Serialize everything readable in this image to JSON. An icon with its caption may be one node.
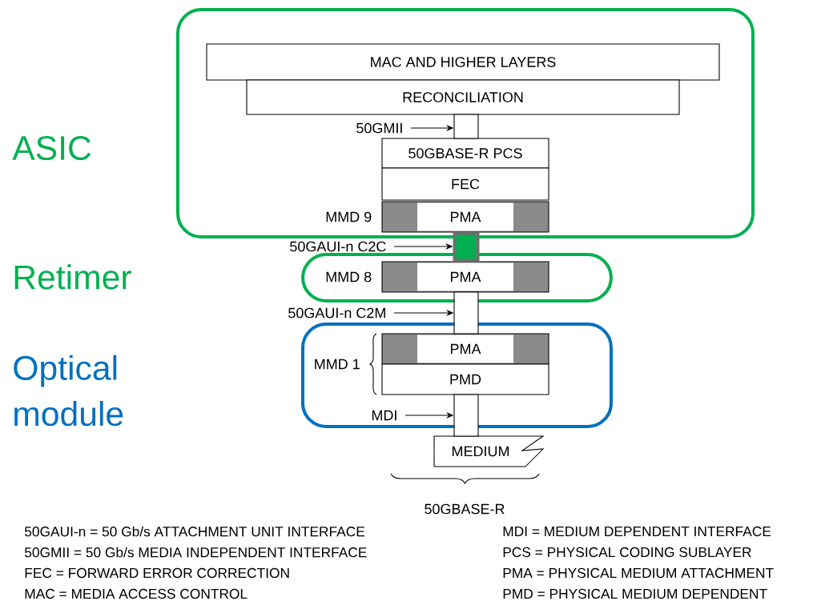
{
  "diagram": {
    "nodes": [
      {
        "text": [],
        "shape": "box"
      },
      {
        "text": [
          "MAC AND HIGHER LAYERS"
        ],
        "in": 0
      },
      {
        "text": [
          "RECONCILIATION"
        ],
        "in": 0
      },
      {
        "text": [
          "50GBASE-R PCS"
        ],
        "in": 0
      },
      {
        "text": [
          "FEC"
        ],
        "in": 0
      },
      {
        "text": [
          "PMA"
        ],
        "beside": [
          "MMD 9"
        ],
        "in": 0
      },
      {
        "text": [],
        "shape": "box"
      },
      {
        "text": [
          "PMA"
        ],
        "beside": [
          "MMD 8"
        ],
        "in": 6
      },
      {
        "text": [],
        "shape": "box"
      },
      {
        "text": [
          "PMA"
        ],
        "in": 8
      },
      {
        "text": [
          "PMD"
        ],
        "in": 8
      },
      {
        "text": [
          "MEDIUM"
        ]
      },
      {
        "text": [],
        "shape": "box"
      },
      {
        "text": [
          "50GMII"
        ],
        "in": 0
      },
      {
        "text": [
          "50GAUI-n C2C"
        ]
      },
      {
        "text": [
          "50GAUI-n C2M"
        ]
      },
      {
        "text": [
          "MDI"
        ],
        "in": 8
      },
      {
        "text": [],
        "shape": "bar",
        "in": 0
      },
      {
        "text": [],
        "shape": "bar"
      },
      {
        "text": [],
        "shape": "bar"
      }
    ],
    "edges": [
      {
        "from": 13,
        "to": 17,
        "arrow": "to"
      },
      {
        "from": 14,
        "to": 12,
        "arrow": "to"
      },
      {
        "from": 15,
        "to": 18,
        "arrow": "to"
      },
      {
        "from": 16,
        "to": 19,
        "arrow": "to"
      }
    ],
    "labels": [
      "ASIC",
      "Retimer",
      "Optical module",
      "MMD 1",
      "50GBASE-R",
      "50GAUI-n = 50 Gb/s ATTACHMENT UNIT INTERFACE",
      "MDI = MEDIUM DEPENDENT INTERFACE",
      "50GMII = 50 Gb/s MEDIA INDEPENDENT INTERFACE",
      "PCS = PHYSICAL CODING SUBLAYER",
      "FEC = FORWARD ERROR CORRECTION",
      "PMA = PHYSICAL MEDIUM ATTACHMENT",
      "MAC = MEDIA ACCESS CONTROL",
      "PMD = PHYSICAL MEDIUM DEPENDENT"
    ]
  }
}
